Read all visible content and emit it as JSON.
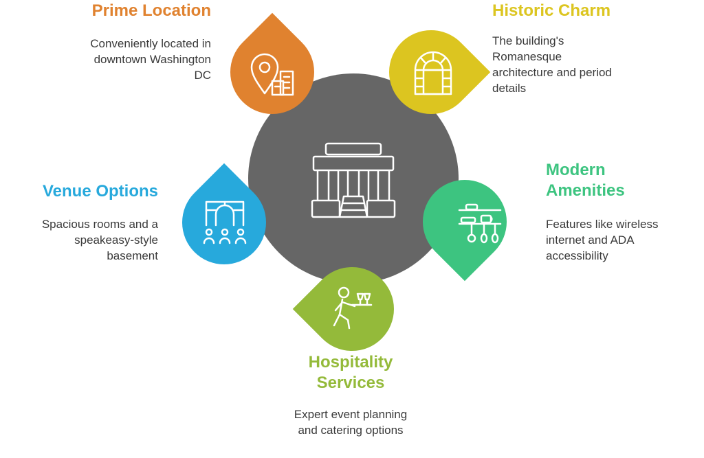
{
  "colors": {
    "center": "#666666",
    "prime": "#E0822F",
    "historic": "#DCC520",
    "modern": "#3DC480",
    "hospitality": "#94BA3A",
    "venue": "#27A9DC",
    "icon_stroke": "#ffffff"
  },
  "center": {
    "icon": "building-columns-icon"
  },
  "prime_location": {
    "title": "Prime Location",
    "description": [
      "Conveniently located in",
      "downtown Washington",
      "DC"
    ],
    "icon": "map-pin-buildings-icon"
  },
  "historic_charm": {
    "title": "Historic Charm",
    "description": [
      "The building's",
      "Romanesque",
      "architecture and period",
      "details"
    ],
    "icon": "arched-window-icon"
  },
  "modern_amenities": {
    "title": [
      "Modern",
      "Amenities"
    ],
    "description": [
      "Features like wireless",
      "internet and ADA",
      "accessibility"
    ],
    "icon": "kitchen-shelf-icon"
  },
  "hospitality_services": {
    "title": [
      "Hospitality",
      "Services"
    ],
    "description": [
      "Expert event planning",
      "and catering options"
    ],
    "icon": "waiter-icon"
  },
  "venue_options": {
    "title": "Venue Options",
    "description": [
      "Spacious rooms and a",
      "speakeasy-style",
      "basement"
    ],
    "icon": "venue-audience-icon"
  }
}
